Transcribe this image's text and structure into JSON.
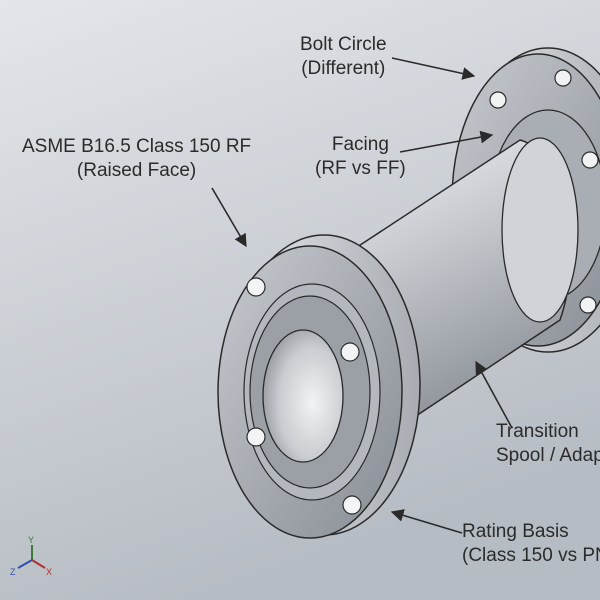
{
  "callouts": {
    "asme": {
      "line1": "ASME B16.5 Class 150 RF",
      "line2": "(Raised Face)"
    },
    "bolt_circle": {
      "line1": "Bolt Circle",
      "line2": "(Different)"
    },
    "facing": {
      "line1": "Facing",
      "line2": "(RF vs FF)"
    },
    "transition": {
      "line1": "Transition",
      "line2": "Spool / Adap"
    },
    "rating": {
      "line1": "Rating Basis",
      "line2": "(Class 150 vs PN"
    }
  },
  "axis_triad": {
    "labels": [
      "Y",
      "X",
      "Z"
    ]
  },
  "colors": {
    "background_top": "#dfe2e6",
    "background_bottom": "#b9bfc6",
    "metal_light": "#e4e7ea",
    "metal_mid": "#b7bcc2",
    "metal_dark": "#7d838a",
    "outline": "#2a2a2a"
  }
}
